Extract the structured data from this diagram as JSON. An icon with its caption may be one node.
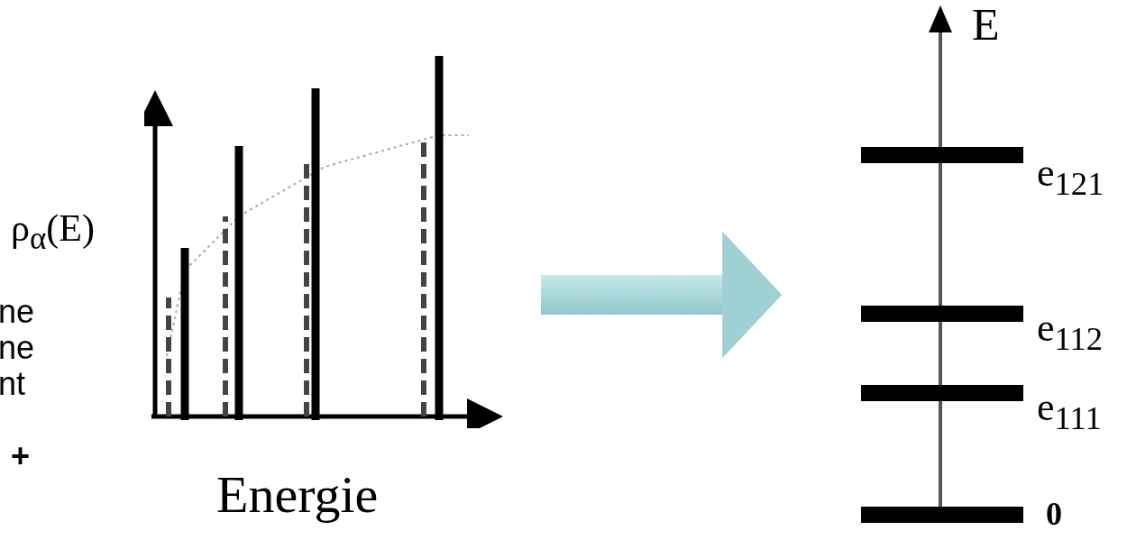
{
  "diagram": {
    "nodes": [
      {
        "text": [],
        "shape": "picture"
      },
      {
        "text": [],
        "shape": "picture"
      }
    ],
    "edges": [
      {
        "from": 0,
        "to": 1,
        "arrow": "to"
      }
    ],
    "labels": [
      "ρ$_{α}$(E)",
      "ne",
      "ne",
      "nt",
      "+",
      "Energie",
      "E",
      "e$_{121}$",
      "e$_{112}$",
      "e$_{111}$",
      "0"
    ]
  }
}
